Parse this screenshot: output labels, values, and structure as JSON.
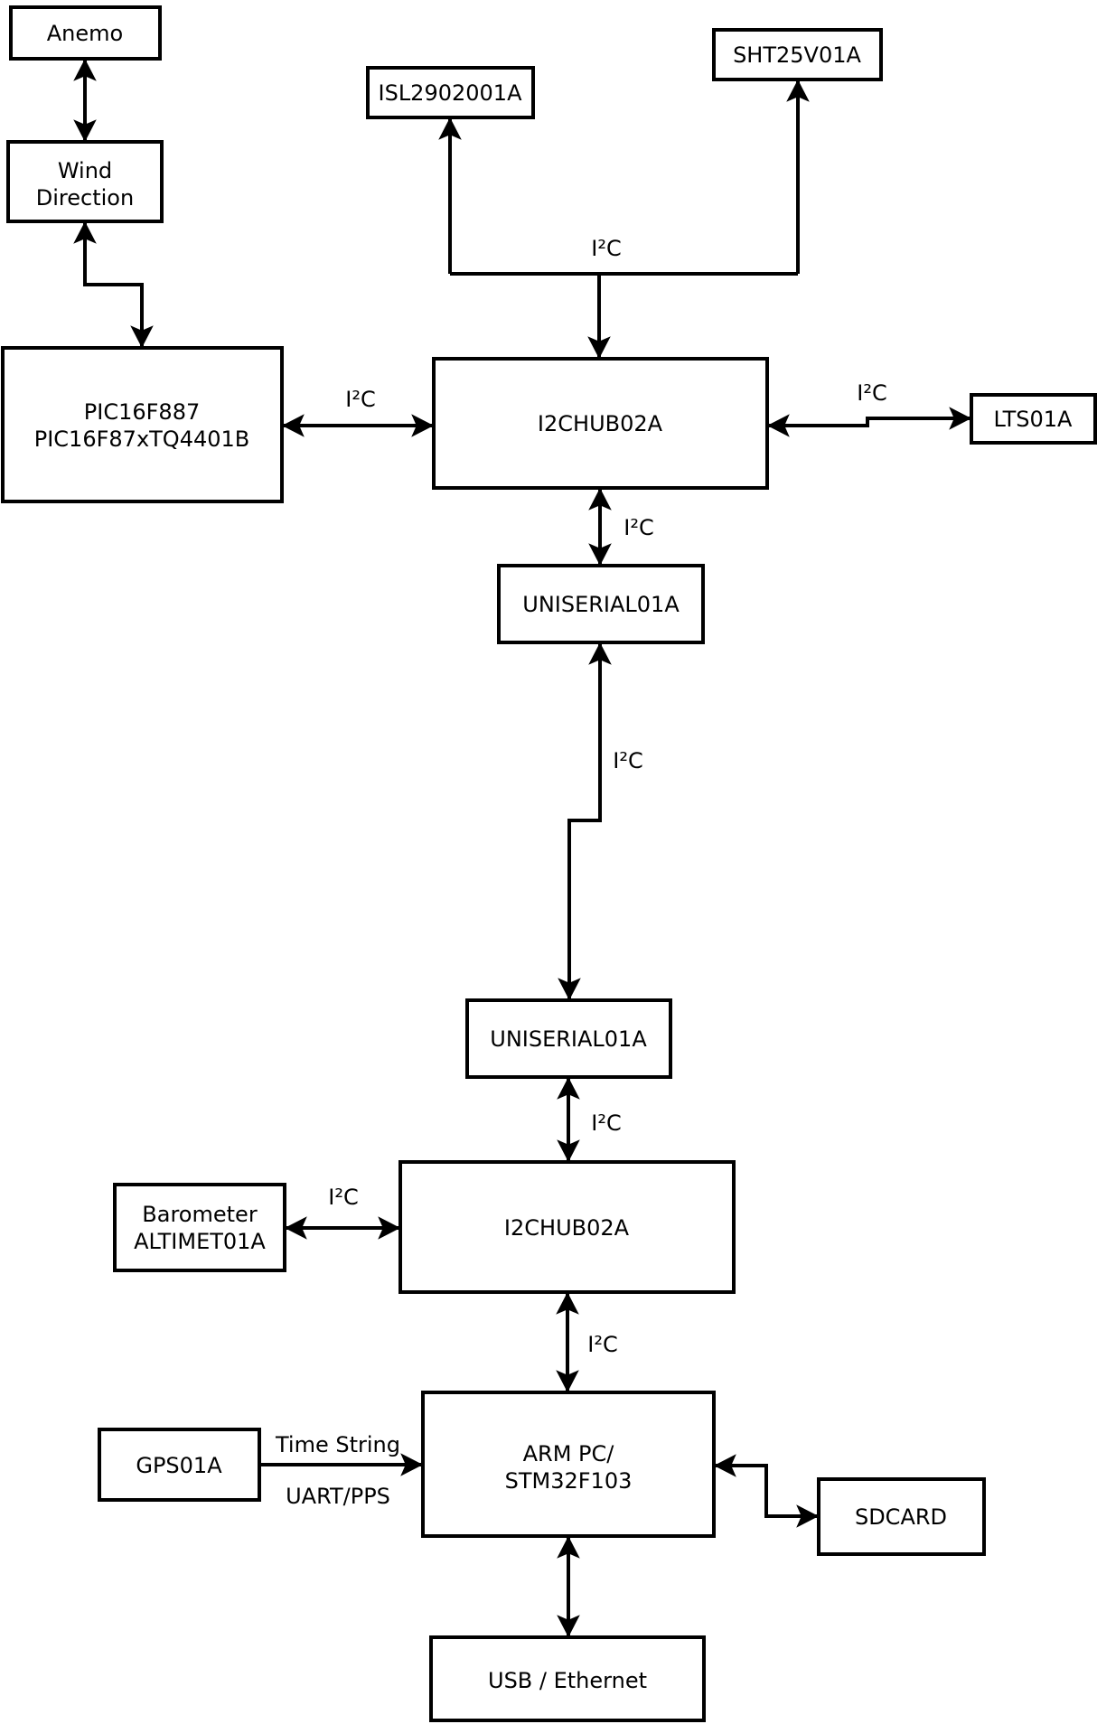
{
  "colors": {
    "background": "#ffffff",
    "line": "#000000",
    "box_fill": "#ffffff",
    "text": "#000000"
  },
  "nodes": {
    "anemo": {
      "label": "Anemo"
    },
    "wind_direction": {
      "line1": "Wind",
      "line2": "Direction"
    },
    "pic": {
      "line1": "PIC16F887",
      "line2": "PIC16F87xTQ4401B"
    },
    "isl": {
      "label": "ISL2902001A"
    },
    "sht": {
      "label": "SHT25V01A"
    },
    "i2chub_top": {
      "label": "I2CHUB02A"
    },
    "lts": {
      "label": "LTS01A"
    },
    "uniserial_top": {
      "label": "UNISERIAL01A"
    },
    "uniserial_bottom": {
      "label": "UNISERIAL01A"
    },
    "i2chub_bottom": {
      "label": "I2CHUB02A"
    },
    "barometer": {
      "line1": "Barometer",
      "line2": "ALTIMET01A"
    },
    "gps": {
      "label": "GPS01A"
    },
    "arm": {
      "line1": "ARM PC/",
      "line2": "STM32F103"
    },
    "sdcard": {
      "label": "SDCARD"
    },
    "usb": {
      "label": "USB / Ethernet"
    }
  },
  "edge_labels": {
    "top_bus": "I²C",
    "pic_hub": "I²C",
    "hub_lts": "I²C",
    "hub_uniserial": "I²C",
    "uniserial_link": "I²C",
    "uniserial_hub2": "I²C",
    "barometer_hub2": "I²C",
    "hub2_arm": "I²C",
    "gps_time": "Time String",
    "gps_uart": "UART/PPS"
  }
}
